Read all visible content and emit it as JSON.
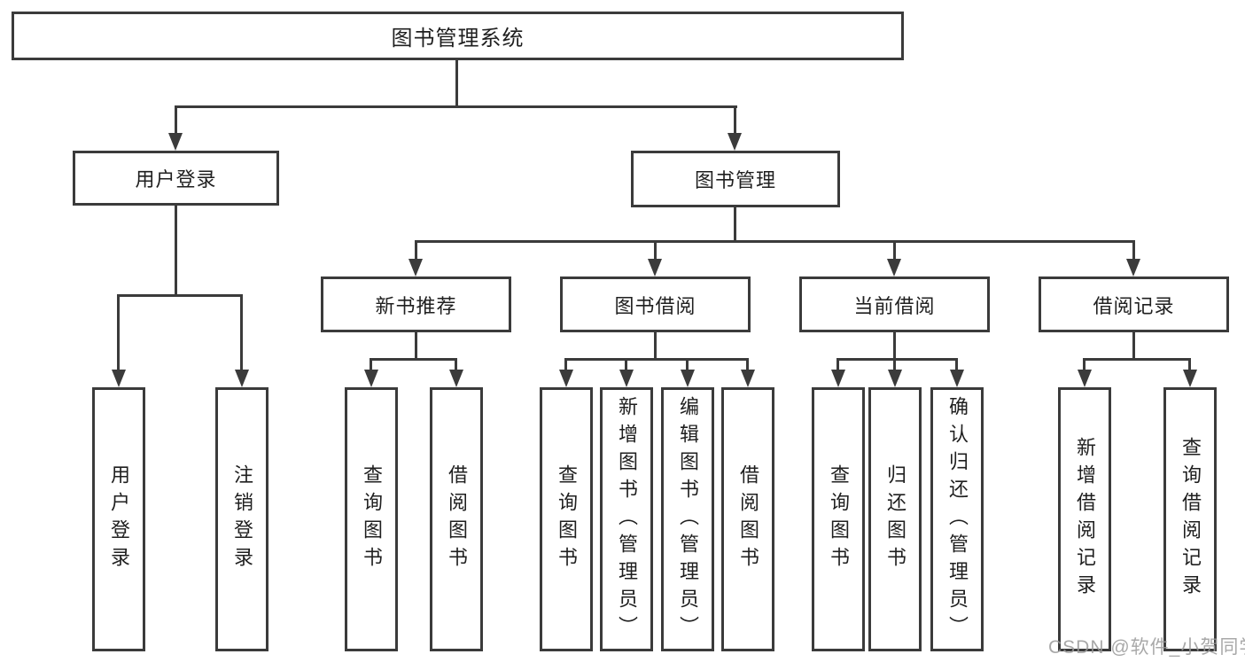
{
  "diagram": {
    "root": "图书管理系统",
    "level2": [
      "用户登录",
      "图书管理"
    ],
    "level3": [
      "新书推荐",
      "图书借阅",
      "当前借阅",
      "借阅记录"
    ],
    "leaves": [
      "用户登录",
      "注销登录",
      "查询图书",
      "借阅图书",
      "查询图书",
      "新增图书（管理员）",
      "编辑图书（管理员）",
      "借阅图书",
      "查询图书",
      "归还图书",
      "确认归还（管理员）",
      "新增借阅记录",
      "查询借阅记录"
    ]
  },
  "watermark": "CSDN @软件_小贺同学",
  "colors": {
    "line": "#3b3b3b",
    "border": "#3b3b3b",
    "text": "#1f1f1f",
    "watermark": "#9a9a9a",
    "background": "#ffffff"
  }
}
